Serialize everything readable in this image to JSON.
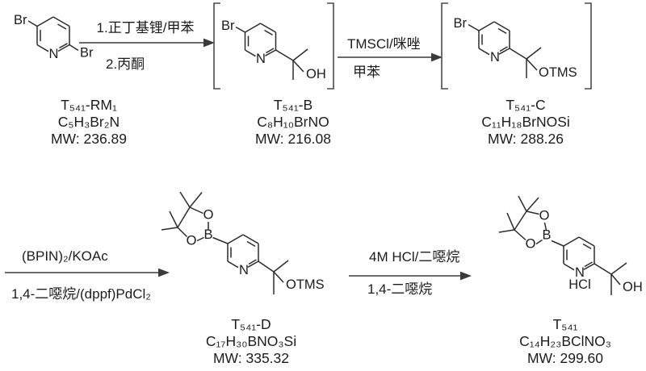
{
  "page": {
    "background": "#ffffff",
    "line_color": "#2b2b2b",
    "text_color": "#1c1c1c"
  },
  "structures": [
    {
      "id": "t541-rm1",
      "name": "T₅₄₁-RM₁",
      "formula": "C₅H₃Br₂N",
      "mw": "MW: 236.89",
      "bracketed": false,
      "atoms": {
        "br5": "Br",
        "br2": "Br",
        "n": "N"
      }
    },
    {
      "id": "t541-b",
      "name": "T₅₄₁-B",
      "formula": "C₈H₁₀BrNO",
      "mw": "MW: 216.08",
      "bracketed": true,
      "atoms": {
        "br5": "Br",
        "n": "N",
        "oh": "OH"
      }
    },
    {
      "id": "t541-c",
      "name": "T₅₄₁-C",
      "formula": "C₁₁H₁₈BrNOSi",
      "mw": "MW: 288.26",
      "bracketed": true,
      "atoms": {
        "br5": "Br",
        "n": "N",
        "otms": "OTMS"
      }
    },
    {
      "id": "t541-d",
      "name": "T₅₄₁-D",
      "formula": "C₁₇H₃₀BNO₃Si",
      "mw": "MW: 335.32",
      "bracketed": false,
      "atoms": {
        "b": "B",
        "o1": "O",
        "o2": "O",
        "n": "N",
        "otms": "OTMS"
      }
    },
    {
      "id": "t541",
      "name": "T₅₄₁",
      "formula": "C₁₄H₂₃BClNO₃",
      "mw": "MW: 299.60",
      "bracketed": false,
      "atoms": {
        "b": "B",
        "o1": "O",
        "o2": "O",
        "n": "N",
        "hcl": "HCl",
        "oh": "OH"
      }
    }
  ],
  "arrows": [
    {
      "above": "1.正丁基锂/甲苯",
      "below": "2.丙酮"
    },
    {
      "above": "TMSCl/咪唑",
      "below": "甲苯"
    },
    {
      "above": "(BPIN)₂/KOAc",
      "below": "1,4-二噁烷/(dppf)PdCl₂"
    },
    {
      "above": "4M HCl/二噁烷",
      "below": "1,4-二噁烷"
    }
  ]
}
